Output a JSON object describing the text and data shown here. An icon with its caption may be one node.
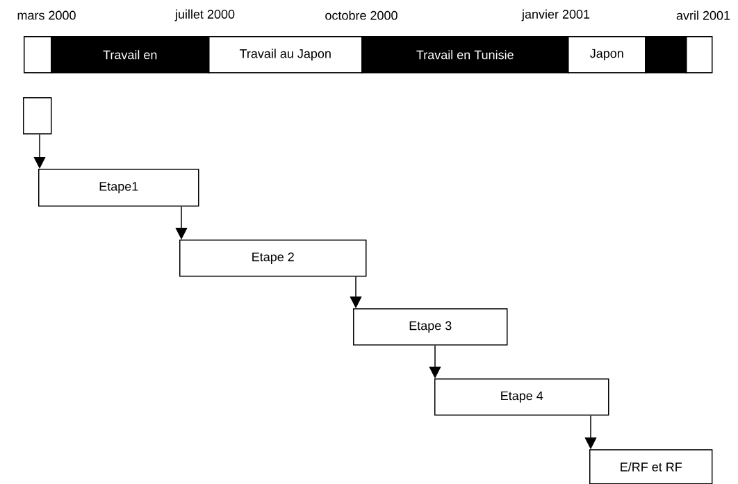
{
  "diagram": {
    "nodes": [
      {
        "text": [],
        "shape": "box"
      },
      {
        "text": [
          "Travail en"
        ]
      },
      {
        "text": [
          "Travail au Japon"
        ]
      },
      {
        "text": [
          "Travail en Tunisie"
        ]
      },
      {
        "text": [
          "Japon"
        ]
      },
      {
        "text": [],
        "shape": "box"
      },
      {
        "text": [],
        "shape": "box"
      },
      {
        "text": [],
        "shape": "box"
      },
      {
        "text": [
          "Etape1"
        ]
      },
      {
        "text": [
          "Etape 2"
        ]
      },
      {
        "text": [
          "Etape 3"
        ]
      },
      {
        "text": [
          "Etape 4"
        ]
      },
      {
        "text": [
          "E/RF et RF"
        ]
      }
    ],
    "edges": [
      {
        "from": 7,
        "to": 8,
        "arrow": "to"
      },
      {
        "from": 8,
        "to": 9,
        "arrow": "to"
      },
      {
        "from": 9,
        "to": 10,
        "arrow": "to"
      },
      {
        "from": 10,
        "to": 11,
        "arrow": "to"
      },
      {
        "from": 11,
        "to": 12,
        "arrow": "to"
      }
    ],
    "labels": [
      "mars 2000",
      "juillet 2000",
      "octobre 2000",
      "janvier 2001",
      "avril 2001"
    ]
  }
}
